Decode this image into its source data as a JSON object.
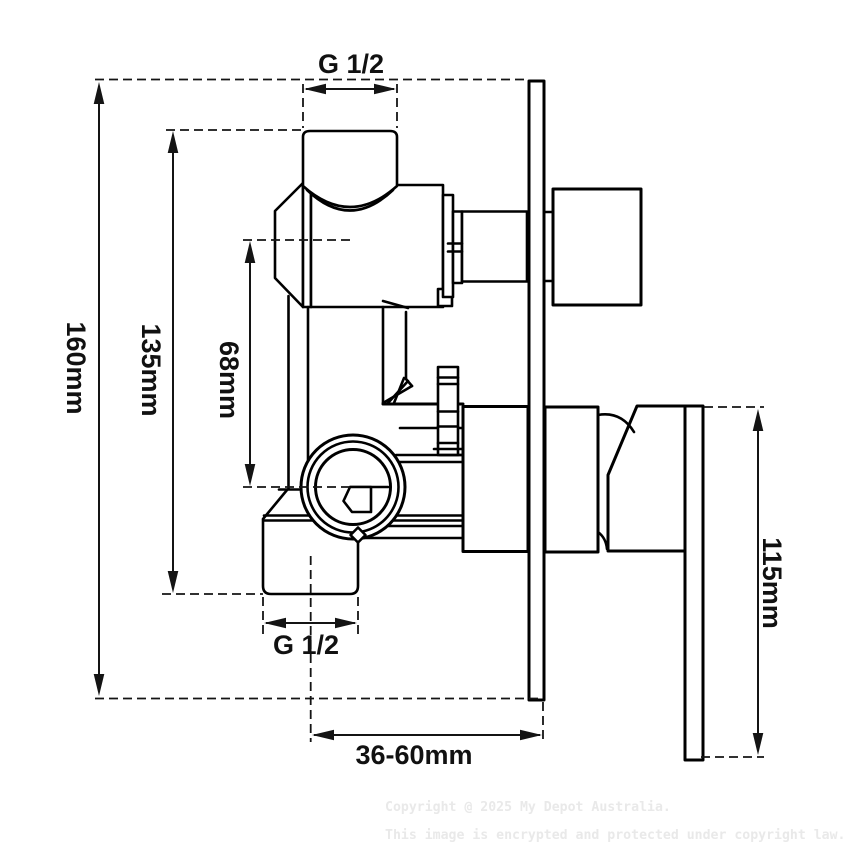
{
  "page": {
    "background_color": "#ffffff",
    "line_color": "#000000",
    "dimension_color": "#141414",
    "watermark_color": "#e9e9e9"
  },
  "drawing": {
    "type": "technical-dimension-diagram",
    "subject": "wall-mounted shower mixer valve side section with trim handle",
    "dimensions": {
      "top_port_thread": "G 1/2",
      "overall_height": "160mm",
      "upper_port_height": "135mm",
      "port_to_cartridge": "68mm",
      "bottom_port_thread": "G 1/2",
      "install_depth_range": "36-60mm",
      "trim_plate_height": "115mm"
    },
    "watermark": {
      "line1": "Copyright @ 2025 My Depot Australia.",
      "line2": "This image is encrypted and protected under copyright law."
    }
  }
}
